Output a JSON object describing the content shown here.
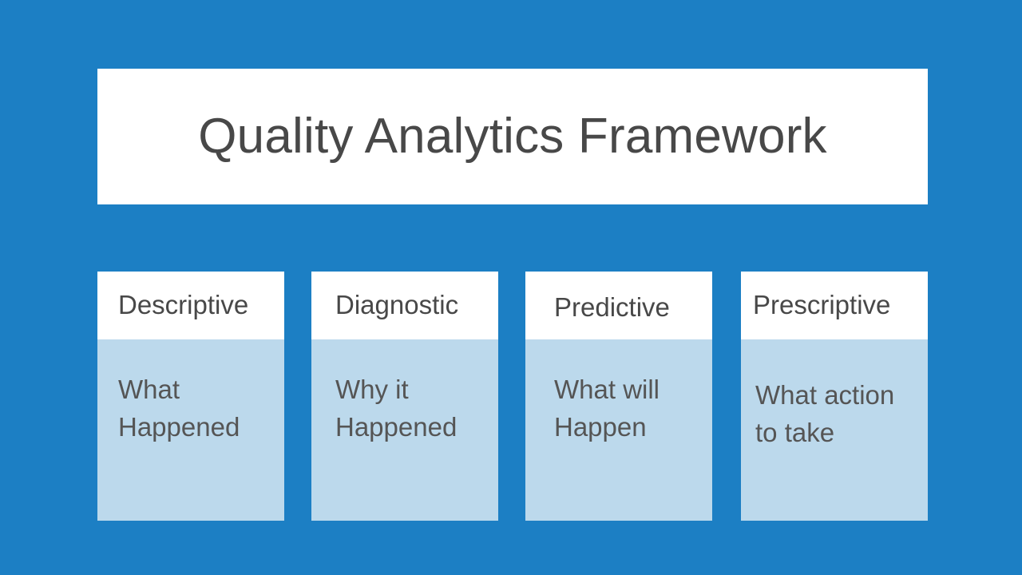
{
  "slide": {
    "background_color": "#1c7fc4",
    "title": "Quality Analytics Framework",
    "title_color": "#484848",
    "title_background": "#ffffff"
  },
  "cards": [
    {
      "heading": "Descriptive",
      "line1": "What",
      "line2": "Happened",
      "header_background": "#ffffff",
      "body_background": "#bcd9ec"
    },
    {
      "heading": "Diagnostic",
      "line1": "Why it",
      "line2": "Happened",
      "header_background": "#ffffff",
      "body_background": "#bcd9ec"
    },
    {
      "heading": "Predictive",
      "line1": "What will",
      "line2": "Happen",
      "header_background": "#ffffff",
      "body_background": "#bcd9ec"
    },
    {
      "heading": "Prescriptive",
      "line1": "What action",
      "line2": "to take",
      "header_background": "#ffffff",
      "body_background": "#bcd9ec"
    }
  ]
}
